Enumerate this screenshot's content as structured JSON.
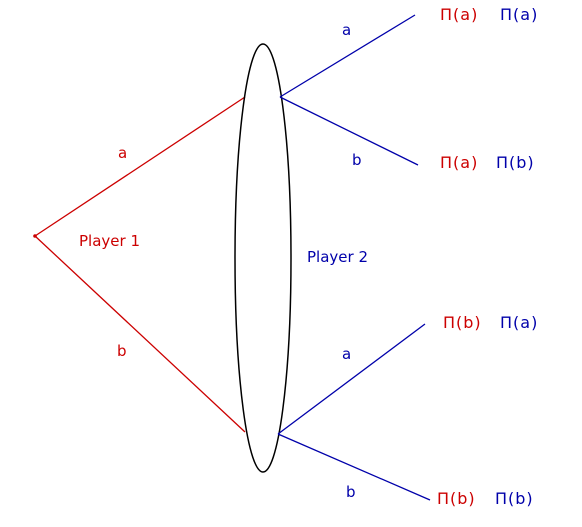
{
  "players": {
    "player1": "Player 1",
    "player2": "Player 2"
  },
  "player1_actions": {
    "top": "a",
    "bottom": "b"
  },
  "player2_actions": {
    "upper_top": "a",
    "upper_bottom": "b",
    "lower_top": "a",
    "lower_bottom": "b"
  },
  "payoffs": {
    "aa": {
      "p1": "Π(a)",
      "p2": "Π(a)"
    },
    "ab": {
      "p1": "Π(a)",
      "p2": "Π(b)"
    },
    "ba": {
      "p1": "Π(b)",
      "p2": "Π(a)"
    },
    "bb": {
      "p1": "Π(b)",
      "p2": "Π(b)"
    }
  },
  "colors": {
    "player1": "#cc0000",
    "player2": "#0000aa",
    "info_set": "#000000"
  }
}
